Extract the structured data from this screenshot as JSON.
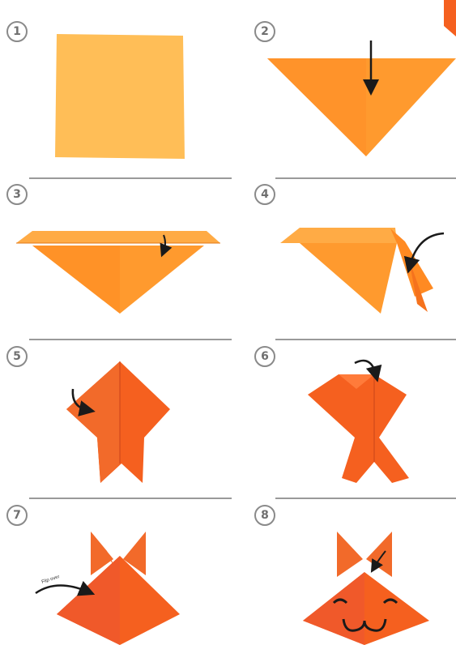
{
  "steps": [
    {
      "number": "1"
    },
    {
      "number": "2"
    },
    {
      "number": "3"
    },
    {
      "number": "4"
    },
    {
      "number": "5"
    },
    {
      "number": "6"
    },
    {
      "number": "7",
      "annotation": "Flip over"
    },
    {
      "number": "8"
    }
  ],
  "colors": {
    "paper_light": "#ffbe57",
    "paper_orange": "#ff9a2e",
    "paper_deep": "#f5601f",
    "arrow": "#1a1a1a",
    "divider": "#9a9a9a"
  }
}
